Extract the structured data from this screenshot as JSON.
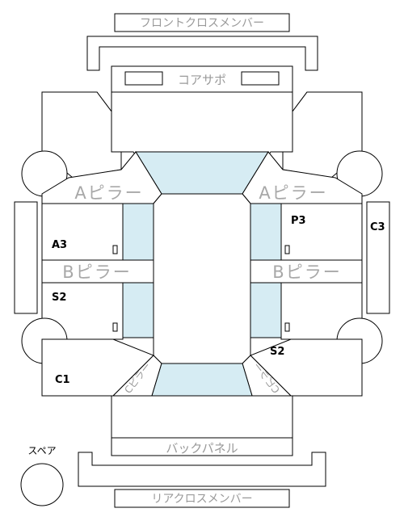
{
  "labels": {
    "front_cross_member": "フロントクロスメンバー",
    "core_support": "コアサポ",
    "a_pillar_left": "Aピラー",
    "a_pillar_right": "Aピラー",
    "b_pillar_left": "Bピラー",
    "b_pillar_right": "Bピラー",
    "c_pillar_left": "Cピラー",
    "c_pillar_right": "Cピラー",
    "back_panel": "バックパネル",
    "rear_cross_member": "リアクロスメンバー",
    "spare": "スペア"
  },
  "codes": {
    "front_left_door": "A3",
    "rear_left_door": "S2",
    "rear_left_quarter": "C1",
    "front_right_door": "P3",
    "right_rocker": "C3",
    "rear_right_door": "S2"
  },
  "colors": {
    "glass": "#d6ecf3",
    "label_gray": "#9a9a9a",
    "line": "#000000"
  }
}
